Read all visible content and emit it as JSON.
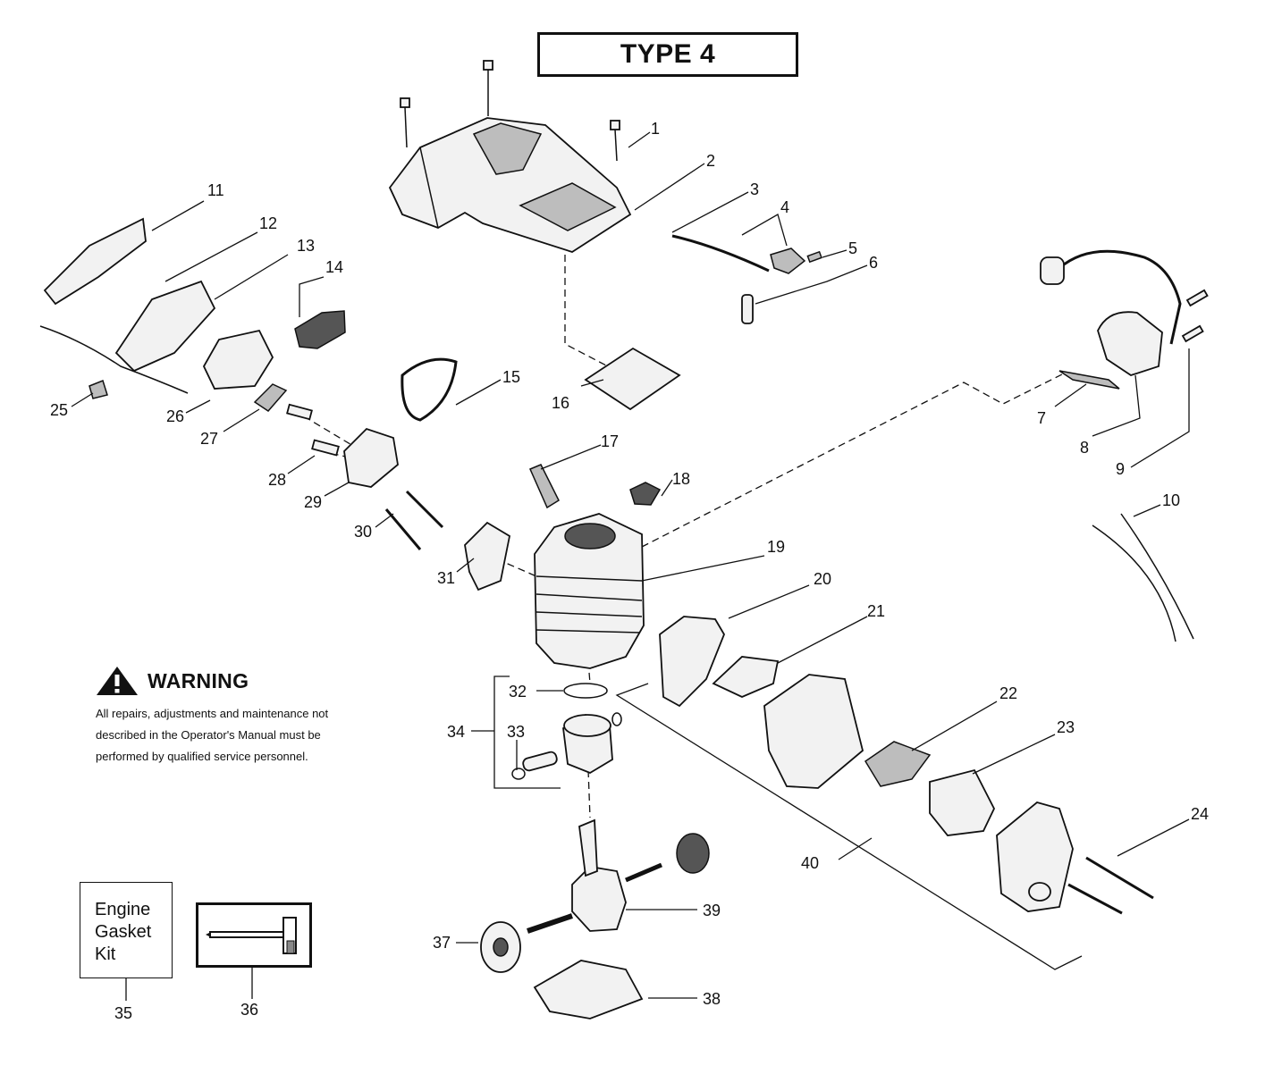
{
  "title": "TYPE 4",
  "warning": {
    "heading": "WARNING",
    "lines": [
      "All repairs, adjustments and maintenance not",
      "described in the Operator's Manual must be",
      "performed by qualified  service personnel."
    ]
  },
  "gasket_kit": {
    "lines": [
      "Engine",
      "Gasket",
      "Kit"
    ]
  },
  "part_numbers": {
    "p1": "1",
    "p2": "2",
    "p3": "3",
    "p4": "4",
    "p5": "5",
    "p6": "6",
    "p7": "7",
    "p8": "8",
    "p9": "9",
    "p10": "10",
    "p11": "11",
    "p12": "12",
    "p13": "13",
    "p14": "14",
    "p15": "15",
    "p16": "16",
    "p17": "17",
    "p18": "18",
    "p19": "19",
    "p20": "20",
    "p21": "21",
    "p22": "22",
    "p23": "23",
    "p24": "24",
    "p25": "25",
    "p26": "26",
    "p27": "27",
    "p28": "28",
    "p29": "29",
    "p30": "30",
    "p31": "31",
    "p32": "32",
    "p33": "33",
    "p34": "34",
    "p35": "35",
    "p36": "36",
    "p37": "37",
    "p38": "38",
    "p39": "39",
    "p40": "40"
  },
  "icons": {
    "warning": "warning-triangle-icon"
  }
}
